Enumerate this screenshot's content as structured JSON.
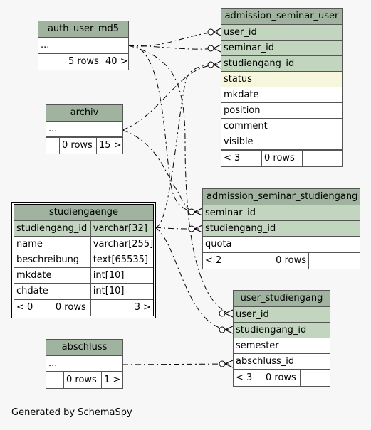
{
  "diagram": {
    "tables": {
      "auth_user_md5": {
        "name": "auth_user_md5",
        "rows": [
          "..."
        ],
        "footer": [
          "",
          "5 rows",
          "40 >"
        ]
      },
      "archiv": {
        "name": "archiv",
        "rows": [
          "..."
        ],
        "footer": [
          "",
          "0 rows",
          "15 >"
        ]
      },
      "abschluss": {
        "name": "abschluss",
        "rows": [
          "..."
        ],
        "footer": [
          "",
          "0 rows",
          "1 >"
        ]
      },
      "admission_seminar_user": {
        "name": "admission_seminar_user",
        "rows": [
          "user_id",
          "seminar_id",
          "studiengang_id",
          "status",
          "mkdate",
          "position",
          "comment",
          "visible"
        ],
        "footer": [
          "< 3",
          "0 rows",
          ""
        ]
      },
      "admission_seminar_studiengang": {
        "name": "admission_seminar_studiengang",
        "rows": [
          "seminar_id",
          "studiengang_id",
          "quota"
        ],
        "footer": [
          "< 2",
          "0 rows",
          ""
        ]
      },
      "user_studiengang": {
        "name": "user_studiengang",
        "rows": [
          "user_id",
          "studiengang_id",
          "semester",
          "abschluss_id"
        ],
        "footer": [
          "< 3",
          "0 rows",
          ""
        ]
      },
      "studiengaenge": {
        "name": "studiengaenge",
        "rows": [
          [
            "studiengang_id",
            "varchar[32]"
          ],
          [
            "name",
            "varchar[255]"
          ],
          [
            "beschreibung",
            "text[65535]"
          ],
          [
            "mkdate",
            "int[10]"
          ],
          [
            "chdate",
            "int[10]"
          ]
        ],
        "footer": [
          "< 0",
          "0 rows",
          "3 >"
        ]
      }
    },
    "footer_text": "Generated by SchemaSpy"
  }
}
